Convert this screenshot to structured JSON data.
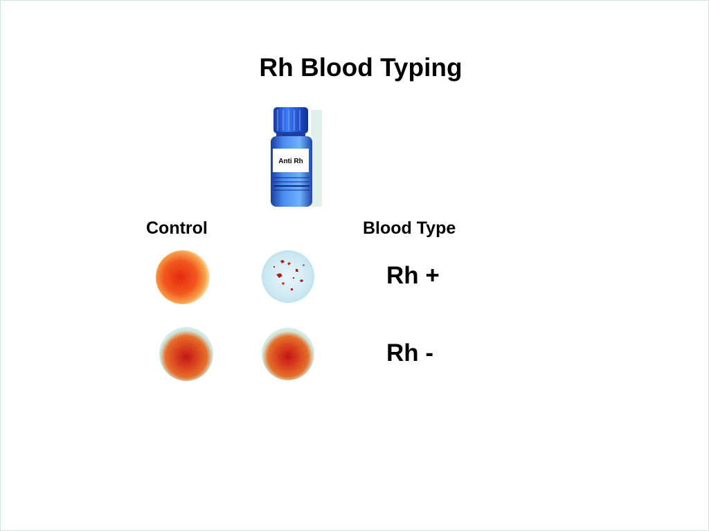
{
  "slide": {
    "title": "Rh Blood Typing",
    "reagent_bottle_label": "Anti Rh",
    "columns": {
      "control": "Control",
      "blood_type": "Blood Type"
    },
    "results": [
      {
        "label": "Rh +"
      },
      {
        "label": "Rh -"
      }
    ]
  },
  "colors": {
    "bottle_blue": "#1e5bd6",
    "agglutination_red": "#b01c10",
    "blood_orange": "#e8521c"
  }
}
